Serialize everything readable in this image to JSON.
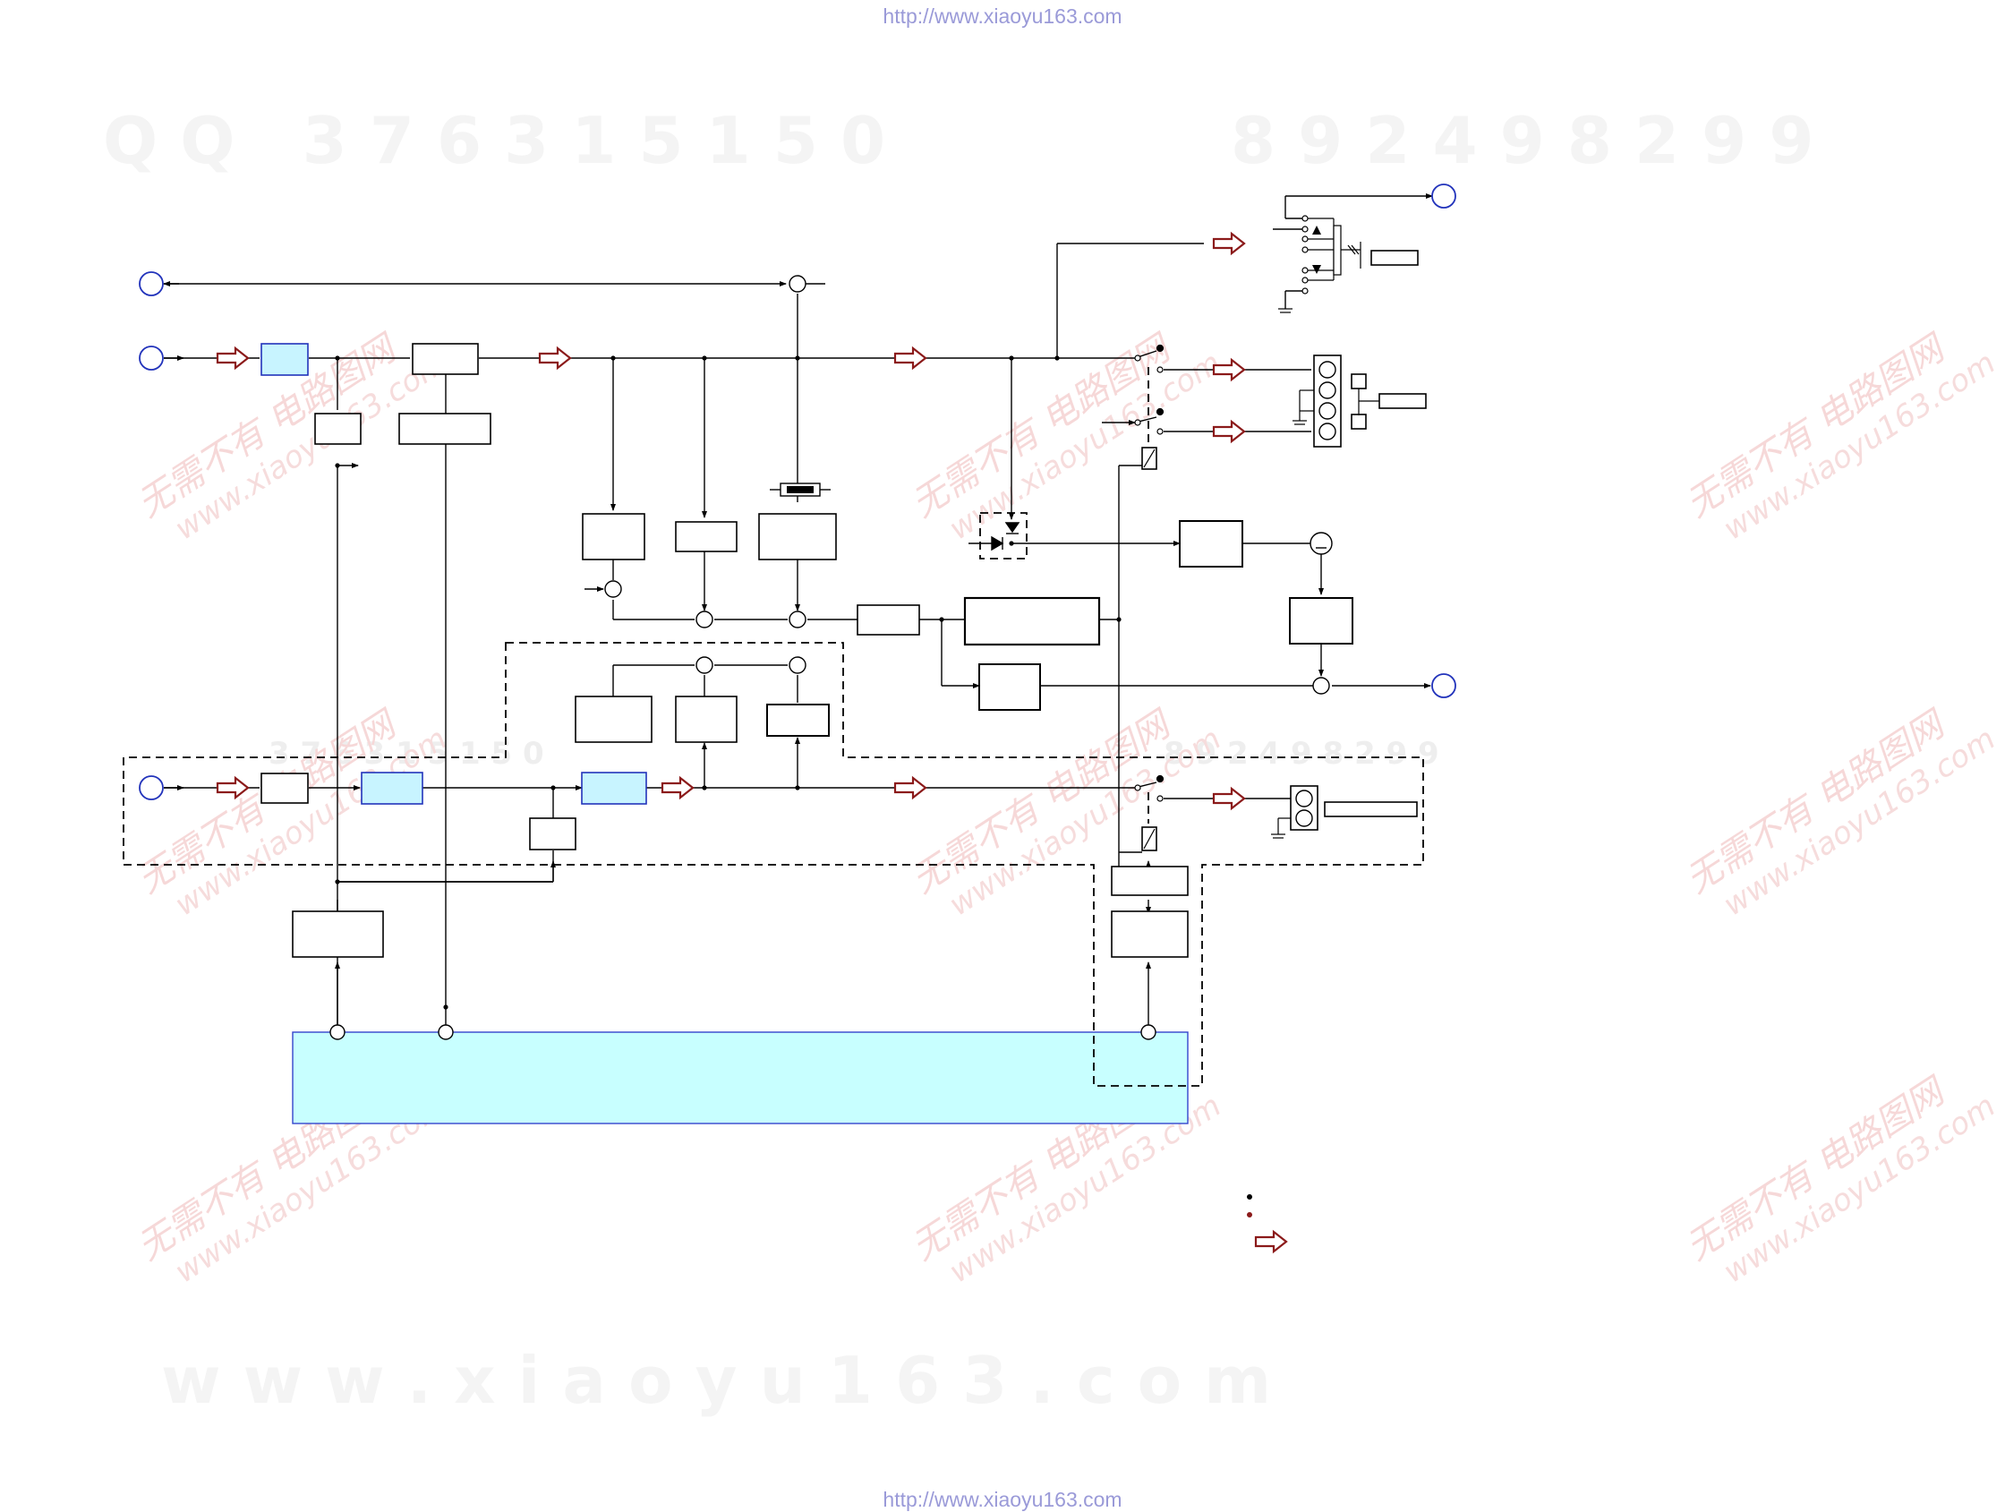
{
  "header_url": "http://www.xiaoyu163.com",
  "footer_url": "http://www.xiaoyu163.com",
  "watermark": {
    "qq_line_left": "Q Q   3 7 6 3 1 5 1 5 0",
    "qq_line_right": "8 9 2 4 9 8 2 9 9",
    "mid_line_left": "3 7 6 3 1 5 1 5 0",
    "mid_line_right": "8 9 2 4 9 8 2 9 9",
    "bottom_line": "w w w . x i a o y u 1 6 3 . c o m",
    "stamp_text_cn": "无需不有 电路图网",
    "stamp_text_url": "www.xiaoyu163.com"
  },
  "colors": {
    "line": "#000000",
    "highlight_fill": "#c8f4ff",
    "processor_fill": "#c8ffff",
    "processor_stroke": "#3344cc",
    "connector_stroke": "#2233bb",
    "signal_arrow": "#8b1a1a"
  },
  "legend": {
    "dot_black": "#000000",
    "dot_red": "#8b1a1a",
    "arrow_icon": "signal-path-arrow-icon"
  }
}
